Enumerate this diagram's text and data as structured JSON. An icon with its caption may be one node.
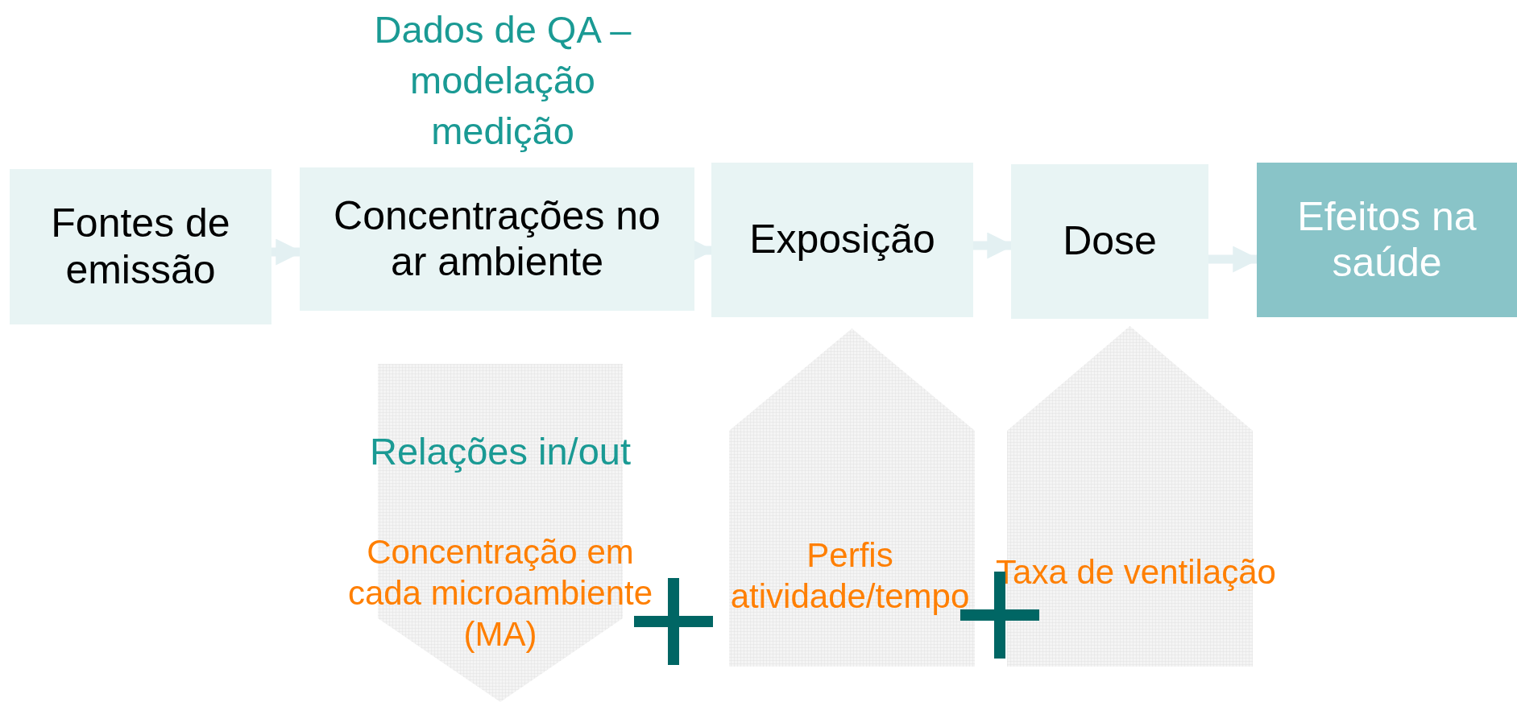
{
  "diagram": {
    "nodes": [
      {
        "text": [
          "Fontes de emissão"
        ]
      },
      {
        "text": [
          "Concentrações no ar ambiente"
        ],
        "beside": [
          "Dados de QA – modelação medição"
        ]
      },
      {
        "text": [
          "Exposição"
        ]
      },
      {
        "text": [
          "Dose"
        ]
      },
      {
        "text": [
          "Efeitos na saúde"
        ]
      },
      {
        "text": [
          "Relações in/out",
          "Concentração em cada microambiente (MA)"
        ]
      },
      {
        "text": [
          "Perfis atividade/tempo"
        ]
      },
      {
        "text": [
          "Taxa de ventilação"
        ]
      }
    ],
    "edges": [
      {
        "from": 0,
        "to": 1,
        "arrow": "to"
      },
      {
        "from": 1,
        "to": 2,
        "arrow": "to"
      },
      {
        "from": 2,
        "to": 3,
        "arrow": "to"
      },
      {
        "from": 3,
        "to": 4,
        "arrow": "to"
      }
    ]
  }
}
